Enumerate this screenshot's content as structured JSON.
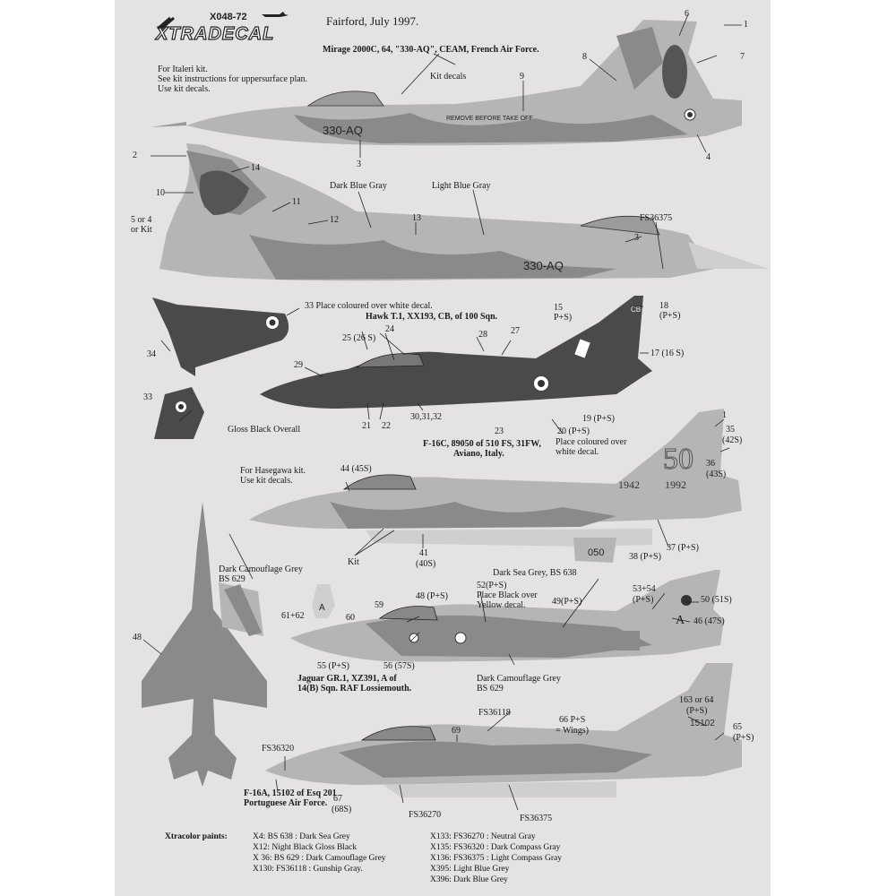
{
  "header": {
    "product_code": "X048-72",
    "brand": "XTRADECAL",
    "event": "Fairford, July 1997."
  },
  "mirage": {
    "title": "Mirage 2000C, 64, \"330-AQ\", CEAM, French Air Force.",
    "kit_note": [
      "For Italeri kit.",
      "See kit instructions for uppersurface plan.",
      "Use kit decals."
    ],
    "kit_decals": "Kit decals",
    "code": "330-AQ",
    "stencil": "REMOVE BEFORE TAKE OFF",
    "dark_blue_gray": "Dark Blue Gray",
    "light_blue_gray": "Light Blue Gray",
    "fs_color": "FS36375",
    "five_or_four": [
      "5 or 4",
      "or Kit"
    ],
    "callouts": [
      "1",
      "2",
      "3",
      "3",
      "4",
      "6",
      "7",
      "8",
      "9",
      "10",
      "11",
      "12",
      "13",
      "14"
    ]
  },
  "hawk": {
    "title": "Hawk T.1, XX193, CB, of 100 Sqn.",
    "place_note": "33 Place coloured over white decal.",
    "gloss_black": "Gloss Black Overall",
    "tail_code": "CB",
    "callouts": {
      "c15": "15",
      "c15b": "P+S)",
      "c18": "18",
      "c18b": "(P+S)",
      "c17": "17 (16 S)",
      "c19": "19 (P+S)",
      "c20": "20 (P+S)",
      "c23": "23",
      "c25": "25 (26 S)",
      "c24": "24",
      "c28": "28",
      "c27": "27",
      "c29": "29",
      "c21": "21",
      "c22": "22",
      "c30": "30,31,32",
      "c33": "33",
      "c34": "34"
    },
    "place_colour_note": [
      "Place coloured over",
      "white decal."
    ]
  },
  "f16c": {
    "title": [
      "F-16C, 89050 of 510 FS, 31FW,",
      "Aviano, Italy."
    ],
    "kit_note": [
      "For Hasegawa kit.",
      "Use kit decals."
    ],
    "years": [
      "1942",
      "1992"
    ],
    "serial": "050",
    "callouts": {
      "c1": "1",
      "c35": "35",
      "c35b": "(42S)",
      "c36": "36",
      "c36b": "(43S)",
      "c44": "44 (45S)",
      "c41": "41",
      "c41b": "(40S)",
      "kit": "Kit",
      "c37": "37 (P+S)",
      "c38": "38 (P+S)"
    }
  },
  "jaguar": {
    "title": [
      "Jaguar GR.1, XZ391, A of",
      "14(B) Sqn. RAF Lossiemouth."
    ],
    "dark_camo_grey": [
      "Dark Camouflage Grey",
      "BS 629"
    ],
    "dark_sea_grey": "Dark Sea Grey, BS 638",
    "dark_camo_grey_2": [
      "Dark Camouflage Grey",
      "BS 629"
    ],
    "place_black": [
      "52(P+S)",
      "Place Black over",
      "Yellow decal."
    ],
    "tail_letter": "A",
    "callouts": {
      "c48a": "48",
      "c48": "48 (P+S)",
      "c49": "49(P+S)",
      "c53": "53+54",
      "c53b": "(P+S)",
      "c50": "50 (51S)",
      "c46": "46 (47S)",
      "c59": "59",
      "c60": "60",
      "c61": "61+62",
      "c55": "55 (P+S)",
      "c56": "56 (57S)"
    }
  },
  "f16a": {
    "title": [
      "F-16A, 15102 of Esq 201",
      "Portuguese Air Force."
    ],
    "fs36118": "FS36118",
    "fs36320": "FS36320",
    "fs36270": "FS36270",
    "fs36375": "FS36375",
    "serial": "15102",
    "callouts": {
      "c69": "69",
      "c63": "163 or 64",
      "c63b": "(P+S)",
      "c66": "66 P+S",
      "c66b": "= Wings)",
      "c65": "65",
      "c65b": "(P+S)",
      "c67": "67",
      "c67b": "(68S)"
    }
  },
  "paints": {
    "heading": "Xtracolor paints:",
    "left": [
      "X4: BS 638 : Dark Sea Grey",
      "X12: Night Black  Gloss Black",
      "X 36: BS 629 : Dark Camouflage Grey",
      "X130: FS36118 : Gunship Gray."
    ],
    "right": [
      "X133: FS36270 : Neutral Gray",
      "X135: FS36320 : Dark Compass Gray",
      "X136: FS36375 : Light Compass Gray",
      "X395: Light Blue Grey",
      "X396: Dark Blue Grey"
    ]
  }
}
